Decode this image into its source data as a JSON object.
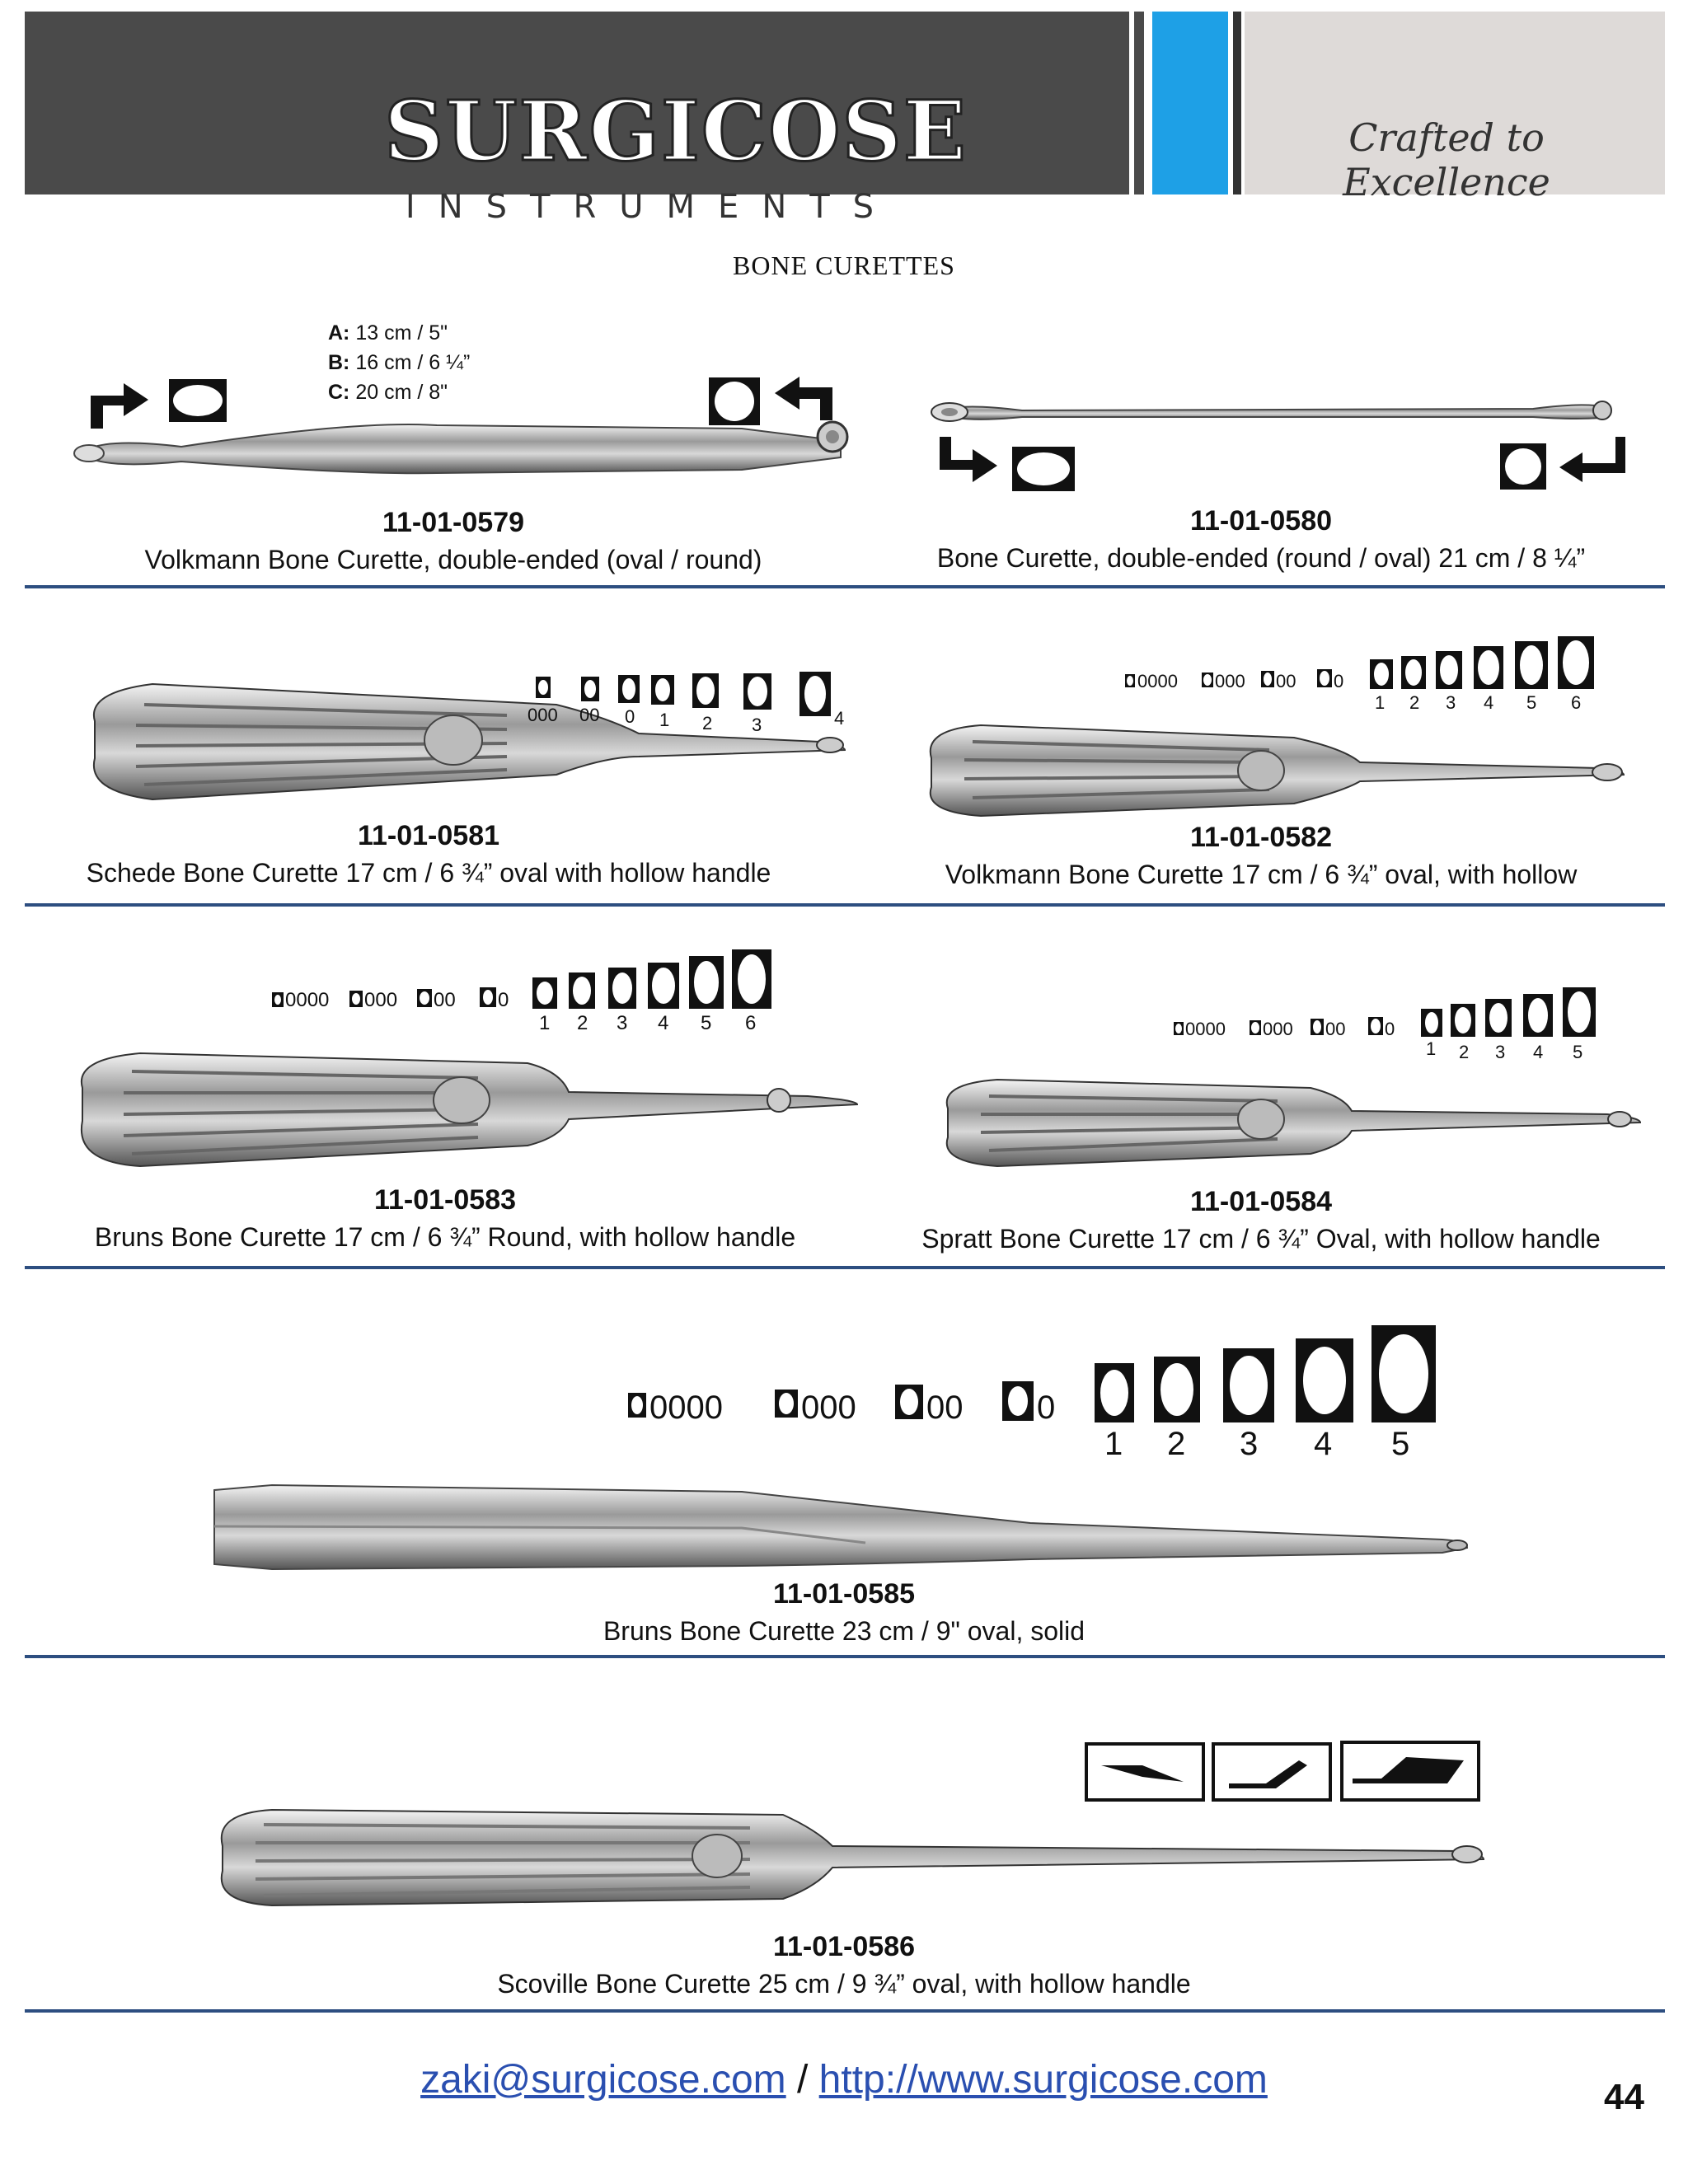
{
  "header": {
    "logo_text": "SURGICOSE",
    "logo_sub": "INSTRUMENTS",
    "tagline": "Crafted to Excellence"
  },
  "page_title": "BONE CURETTES",
  "size_spec": [
    {
      "key": "A:",
      "value": "13 cm / 5\""
    },
    {
      "key": "B:",
      "value": "16 cm / 6 ¼”"
    },
    {
      "key": "C:",
      "value": "20 cm / 8\""
    }
  ],
  "products": [
    {
      "code": "11-01-0579",
      "desc": "Volkmann Bone Curette, double-ended (oval / round)"
    },
    {
      "code": "11-01-0580",
      "desc": "Bone Curette, double-ended (round / oval) 21 cm / 8 ¼”"
    },
    {
      "code": "11-01-0581",
      "desc": "Schede Bone Curette 17 cm / 6 ¾” oval with hollow handle"
    },
    {
      "code": "11-01-0582",
      "desc": "Volkmann Bone Curette 17 cm / 6 ¾” oval, with hollow"
    },
    {
      "code": "11-01-0583",
      "desc": "Bruns Bone Curette 17 cm / 6 ¾” Round, with hollow handle"
    },
    {
      "code": "11-01-0584",
      "desc": "Spratt Bone Curette 17 cm / 6 ¾” Oval, with hollow handle"
    },
    {
      "code": "11-01-0585",
      "desc": "Bruns Bone Curette 23 cm / 9\" oval, solid"
    },
    {
      "code": "11-01-0586",
      "desc": "Scoville Bone Curette 25 cm / 9 ¾” oval, with hollow handle"
    }
  ],
  "size_labels": {
    "schede": [
      "000",
      "00",
      "0",
      "1",
      "2",
      "3",
      "4"
    ],
    "small": [
      "0000",
      "000",
      "00",
      "0"
    ],
    "numbered6": [
      "1",
      "2",
      "3",
      "4",
      "5",
      "6"
    ],
    "numbered5": [
      "1",
      "2",
      "3",
      "4",
      "5"
    ]
  },
  "footer": {
    "email": "zaki@surgicose.com",
    "separator": "/",
    "url": "http://www.surgicose.com"
  },
  "page_number": "44"
}
